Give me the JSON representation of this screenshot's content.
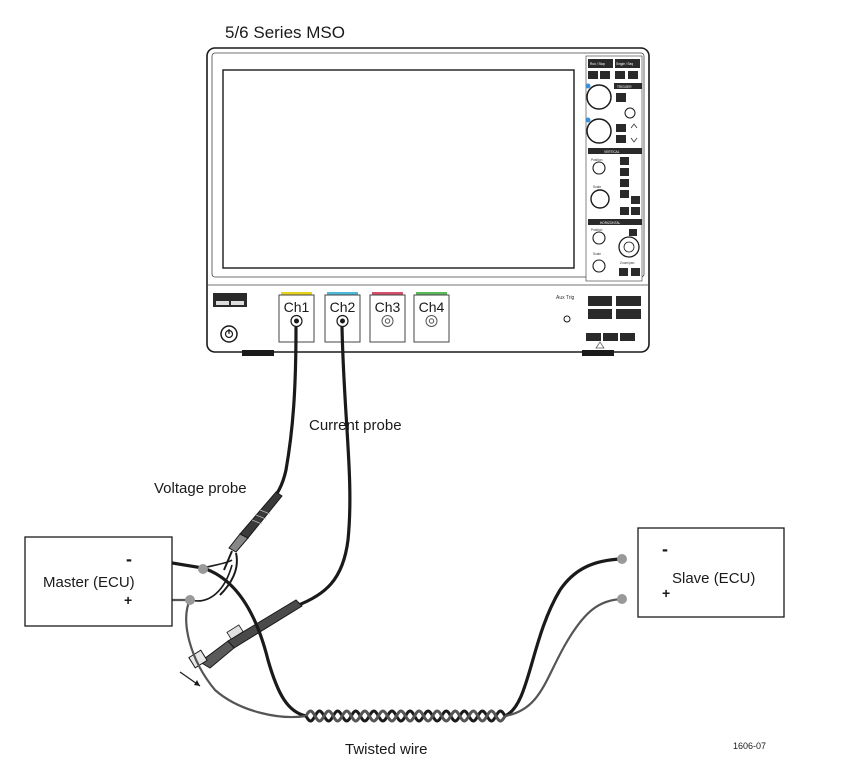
{
  "title": "5/6 Series MSO",
  "channels": [
    {
      "label": "Ch1",
      "color": "#e6d21e"
    },
    {
      "label": "Ch2",
      "color": "#4fb8d8"
    },
    {
      "label": "Ch3",
      "color": "#d4506a"
    },
    {
      "label": "Ch4",
      "color": "#5cb85c"
    }
  ],
  "labels": {
    "current_probe": "Current probe",
    "voltage_probe": "Voltage probe",
    "master": "Master (ECU)",
    "slave": "Slave (ECU)",
    "twisted_wire": "Twisted wire",
    "figure_id": "1606-07",
    "minus": "-",
    "plus": "+",
    "aux_trig": "Aux Trig"
  },
  "front_panel": {
    "top_buttons": [
      "Run / Stop",
      "Single / Seq"
    ],
    "sections": [
      "TRIGGER",
      "VERTICAL",
      "HORIZONTAL"
    ],
    "knobs": [
      "Position",
      "Scale",
      "Position",
      "Scale",
      "Zoom/pan"
    ]
  },
  "colors": {
    "line": "#1a1a1a",
    "grey_wire": "#555555",
    "panel_dark": "#2a2a2a"
  }
}
